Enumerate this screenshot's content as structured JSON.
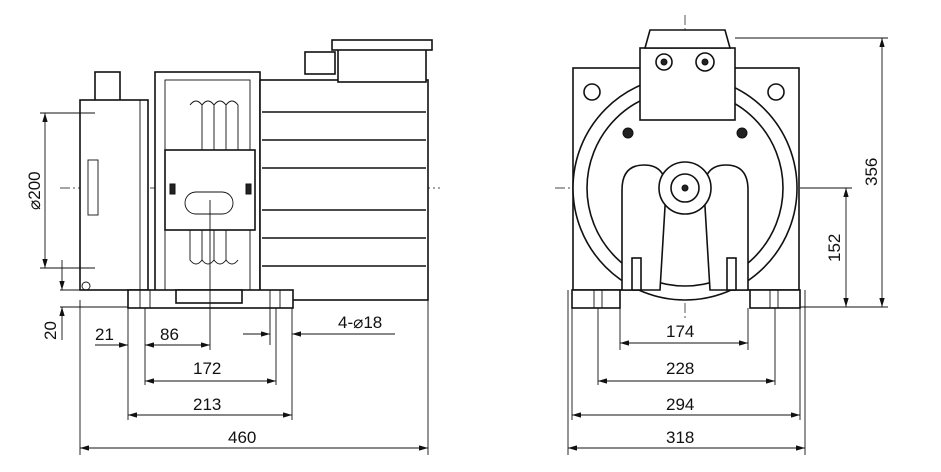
{
  "drawing": {
    "side_view": {
      "diameter_label": "⌀200",
      "height_label": "20",
      "dims": {
        "d21": "21",
        "d86": "86",
        "d172": "172",
        "d213": "213",
        "d460": "460"
      },
      "holes_label": "4-⌀18"
    },
    "front_view": {
      "dims": {
        "d174": "174",
        "d228": "228",
        "d294": "294",
        "d318": "318",
        "d356": "356",
        "d152": "152"
      }
    }
  }
}
